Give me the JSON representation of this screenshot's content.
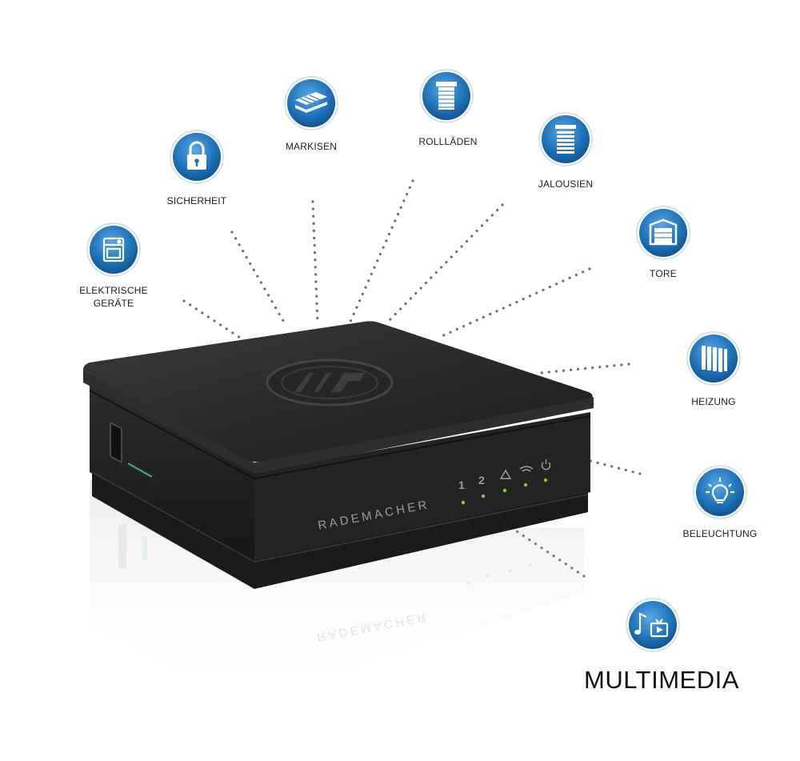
{
  "brand": {
    "name": "RADEMACHER"
  },
  "device": {
    "status_labels": [
      "1",
      "2"
    ]
  },
  "categories": [
    {
      "id": "elektrische-geraete",
      "line1": "ELEKTRISCHE",
      "line2": "GERÄTE",
      "icon": "appliance-icon"
    },
    {
      "id": "sicherheit",
      "line1": "SICHERHEIT",
      "icon": "lock-icon"
    },
    {
      "id": "markisen",
      "line1": "MARKISEN",
      "icon": "awning-icon"
    },
    {
      "id": "rolllaeden",
      "line1": "ROLLLÄDEN",
      "icon": "roller-shutter-icon"
    },
    {
      "id": "jalousien",
      "line1": "JALOUSIEN",
      "icon": "venetian-blind-icon"
    },
    {
      "id": "tore",
      "line1": "TORE",
      "icon": "garage-door-icon"
    },
    {
      "id": "heizung",
      "line1": "HEIZUNG",
      "icon": "radiator-icon"
    },
    {
      "id": "beleuchtung",
      "line1": "BELEUCHTUNG",
      "icon": "light-bulb-icon"
    },
    {
      "id": "multimedia",
      "line1": "MULTIMEDIA",
      "icon": "multimedia-icon"
    }
  ],
  "colors": {
    "icon_blue": "#1f73b8",
    "led_green": "#7ed321",
    "device_black": "#232323"
  }
}
